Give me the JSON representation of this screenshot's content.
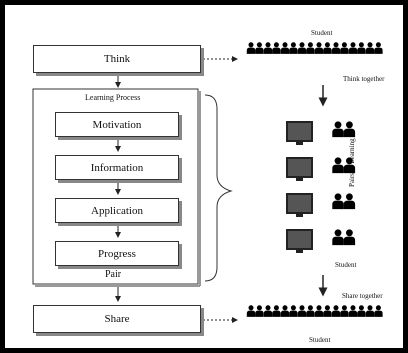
{
  "steps": {
    "think": "Think",
    "learning_process": "Learning Process",
    "motivation": "Motivation",
    "information": "Information",
    "application": "Application",
    "progress": "Progress",
    "pair": "Pair",
    "share": "Share"
  },
  "labels": {
    "student_top": "Student",
    "think_together": "Think together",
    "pairs_of_learning": "Pairs of Learning",
    "student_middle": "Student",
    "share_together": "Share together",
    "student_bottom": "Student"
  },
  "icons": {
    "student": "person-pair-icon",
    "computer": "monitor-icon"
  }
}
